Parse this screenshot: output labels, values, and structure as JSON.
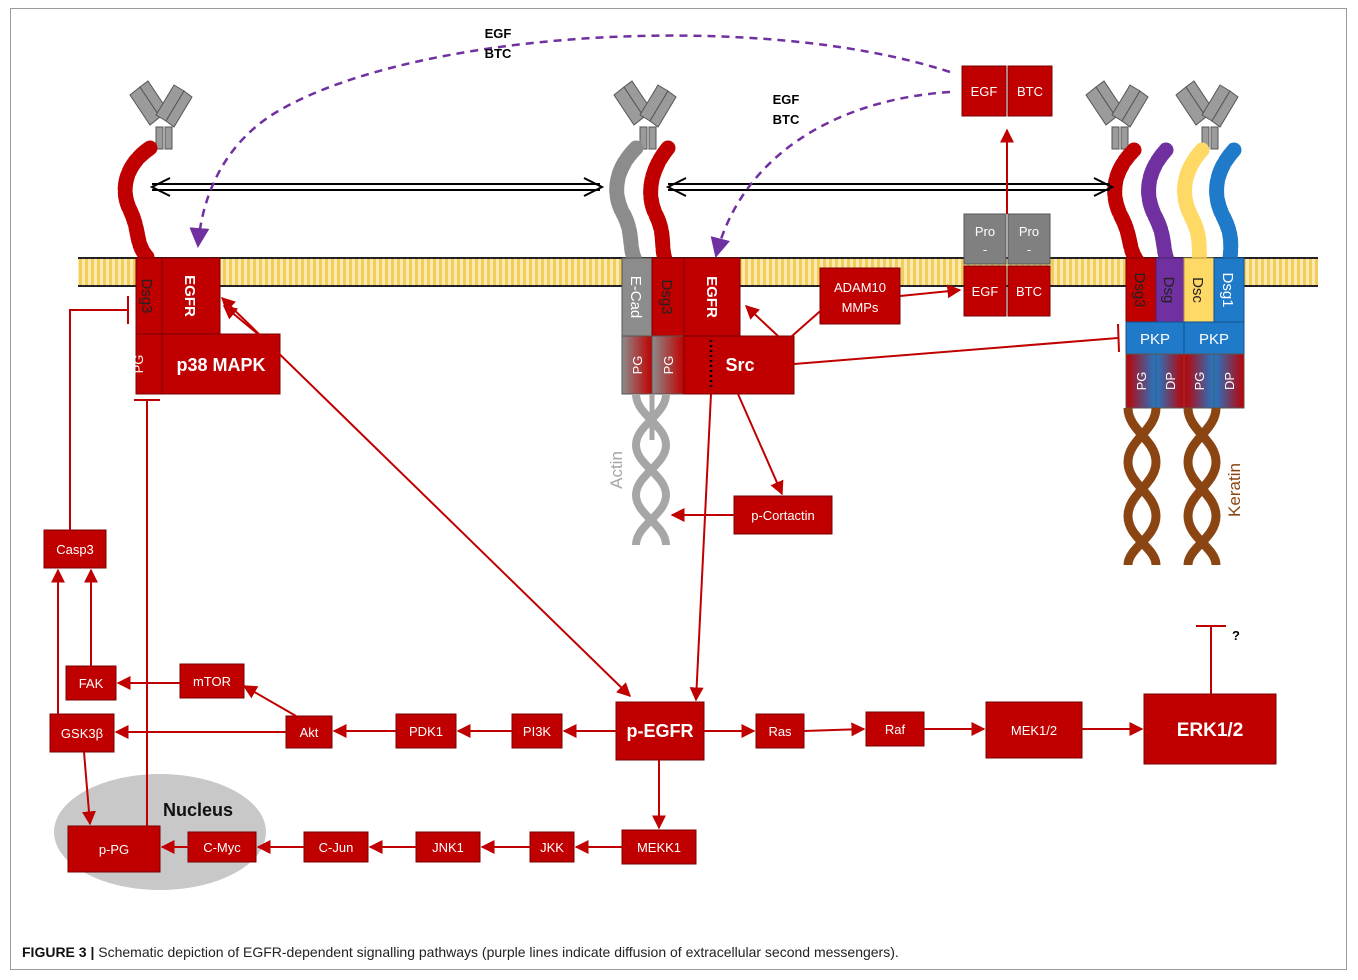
{
  "figure": {
    "caption_label": "FIGURE 3 |",
    "caption_text": "Schematic depiction of EGFR-dependent signalling pathways (purple lines indicate diffusion of extracellular second messengers)."
  },
  "colors": {
    "node_red": "#c00000",
    "node_border": "#7a0000",
    "arrow": "#c00000",
    "purple_dashed": "#7030a0",
    "membrane": "#f5d77a",
    "dsg3": "#c00000",
    "dsg_purple": "#7030a0",
    "dsc_yellow": "#ffd966",
    "dsg1_blue": "#1f7ac9",
    "ecad_gray": "#8c8c8c",
    "keratin": "#8b4513",
    "actin": "#a6a6a6",
    "nucleus": "#c8c8c8",
    "pro_gray": "#808080"
  },
  "labels": {
    "egf_btc_top": [
      "EGF",
      "BTC"
    ],
    "egf_btc_mid": [
      "EGF",
      "BTC"
    ],
    "actin": "Actin",
    "keratin": "Keratin",
    "nucleus": "Nucleus",
    "question": "?"
  },
  "membrane_proteins": {
    "left": {
      "dsg3": "Dsg3",
      "egfr": "EGFR",
      "pg": "PG",
      "p38": "p38 MAPK"
    },
    "middle": {
      "ecad": "E-Cad",
      "dsg3": "Dsg3",
      "egfr": "EGFR",
      "pg1": "PG",
      "pg2": "PG",
      "src": "Src",
      "adam": [
        "ADAM10",
        "MMPs"
      ]
    },
    "right": {
      "dsg3": "Dsg3",
      "dsg": "Dsg",
      "dsc": "Dsc",
      "dsg1": "Dsg1",
      "pkp1": "PKP",
      "pkp2": "PKP",
      "pg1": "PG",
      "dp1": "DP",
      "pg2": "PG",
      "dp2": "DP"
    },
    "pro": [
      "Pro",
      "-"
    ],
    "pro_egf": "EGF",
    "pro_btc": "BTC",
    "soluble_egf": "EGF",
    "soluble_btc": "BTC"
  },
  "nodes": {
    "p_cortactin": "p-Cortactin",
    "casp3": "Casp3",
    "fak": "FAK",
    "mtor": "mTOR",
    "gsk3b": "GSK3β",
    "akt": "Akt",
    "pdk1": "PDK1",
    "pi3k": "PI3K",
    "p_egfr": "p-EGFR",
    "ras": "Ras",
    "raf": "Raf",
    "mek12": "MEK1/2",
    "erk12": "ERK1/2",
    "mekk1": "MEKK1",
    "jkk": "JKK",
    "jnk1": "JNK1",
    "c_jun": "C-Jun",
    "c_myc": "C-Myc",
    "p_pg": "p-PG"
  }
}
